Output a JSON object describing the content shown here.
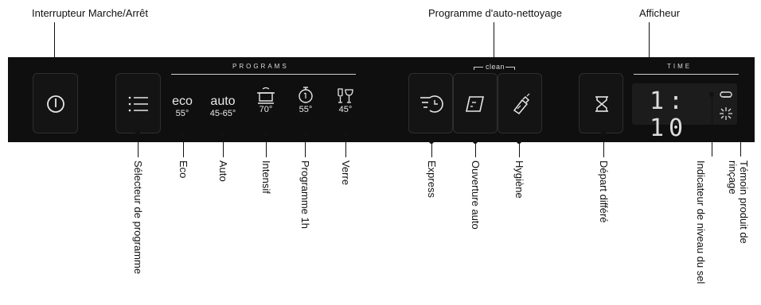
{
  "top_labels": {
    "power": "Interrupteur Marche/Arrêt",
    "self_clean": "Programme d'auto-nettoyage",
    "display": "Afficheur"
  },
  "panel": {
    "programs_title": "PROGRAMS",
    "clean_title": "clean",
    "time_title": "TIME",
    "programs": [
      {
        "name": "eco",
        "temp": "55°"
      },
      {
        "name": "auto",
        "temp": "45-65°"
      },
      {
        "name": "",
        "temp": "70°"
      },
      {
        "name": "",
        "temp": "55°"
      },
      {
        "name": "",
        "temp": "45°"
      }
    ],
    "display_digits": "1: 10"
  },
  "bottom_labels": {
    "program_selector": "Sélecteur de programme",
    "eco": "Eco",
    "auto": "Auto",
    "intensive": "Intensif",
    "one_hour": "Programme 1h",
    "glass": "Verre",
    "express": "Express",
    "auto_open": "Ouverture auto",
    "hygiene": "Hygiène",
    "delay_start": "Départ différé",
    "salt_indicator": "Indicateur de niveau du sel",
    "rinse_aid": "Témoin produit de rinçage"
  },
  "colors": {
    "panel": "#0f0f0f",
    "button": "#141414",
    "icon": "#e6e6e6"
  }
}
